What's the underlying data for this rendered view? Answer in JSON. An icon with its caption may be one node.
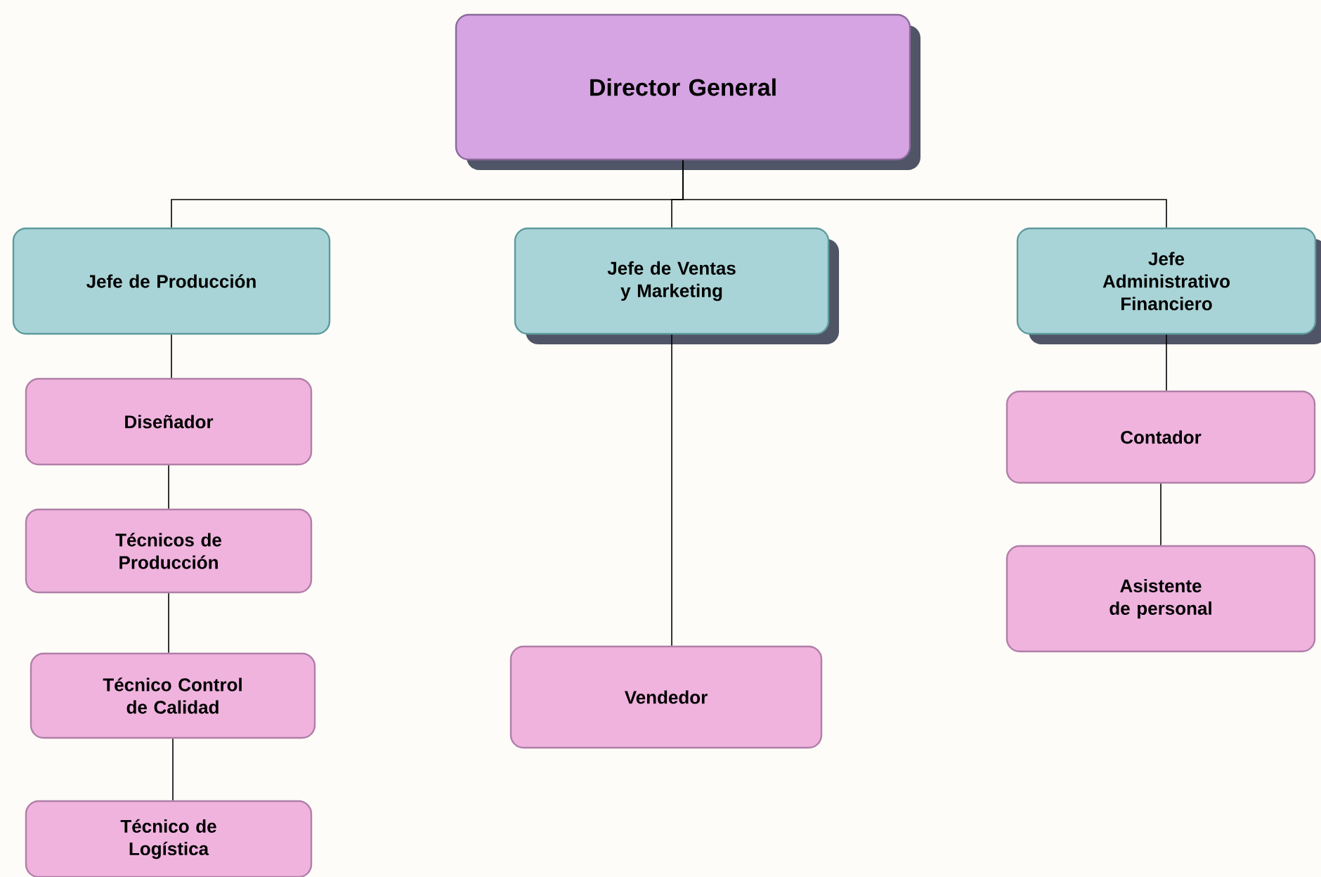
{
  "diagram": {
    "nodes": [
      {
        "text": [
          "Director General"
        ]
      },
      {
        "text": [
          "Jefe de Producción"
        ]
      },
      {
        "text": [
          "Jefe de Ventas y Marketing"
        ]
      },
      {
        "text": [
          "Jefe Administrativo Financiero"
        ]
      },
      {
        "text": [
          "Diseñador"
        ]
      },
      {
        "text": [
          "Técnicos de Producción"
        ]
      },
      {
        "text": [
          "Técnico Control de Calidad"
        ]
      },
      {
        "text": [
          "Técnico de Logística"
        ]
      },
      {
        "text": [
          "Vendedor"
        ]
      },
      {
        "text": [
          "Contador"
        ]
      },
      {
        "text": [
          "Asistente de personal"
        ]
      }
    ],
    "edges": [
      {
        "from": 0,
        "to": 1,
        "arrow": "none"
      },
      {
        "from": 0,
        "to": 2,
        "arrow": "none"
      },
      {
        "from": 0,
        "to": 3,
        "arrow": "none"
      },
      {
        "from": 1,
        "to": 4,
        "arrow": "none"
      },
      {
        "from": 4,
        "to": 5,
        "arrow": "none"
      },
      {
        "from": 5,
        "to": 6,
        "arrow": "none"
      },
      {
        "from": 6,
        "to": 7,
        "arrow": "none"
      },
      {
        "from": 2,
        "to": 8,
        "arrow": "none"
      },
      {
        "from": 3,
        "to": 9,
        "arrow": "none"
      },
      {
        "from": 9,
        "to": 10,
        "arrow": "none"
      }
    ]
  }
}
